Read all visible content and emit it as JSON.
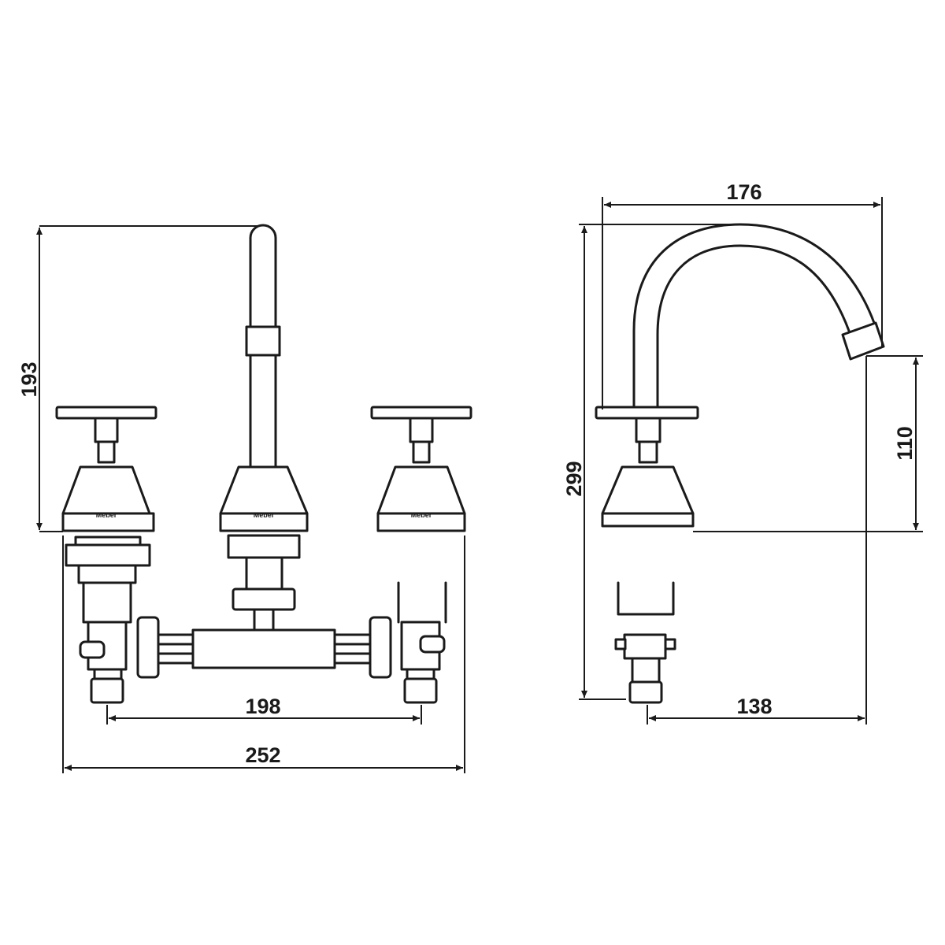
{
  "front_view": {
    "dimensions": {
      "height": "193",
      "inlet_spacing": "198",
      "overall_width": "252"
    },
    "logo": "Meber"
  },
  "side_view": {
    "dimensions": {
      "spout_reach": "176",
      "overall_height": "299",
      "spout_height": "110",
      "depth": "138"
    }
  }
}
